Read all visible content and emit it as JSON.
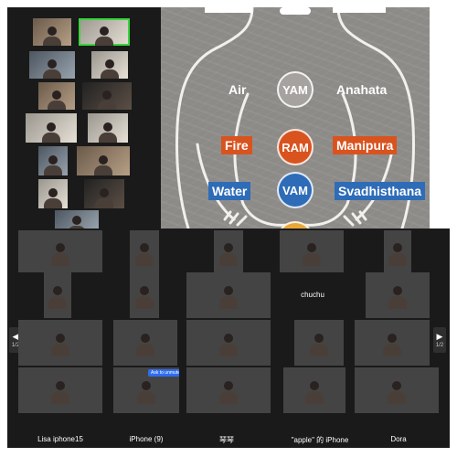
{
  "slide": {
    "chakras": [
      {
        "syllable": "YAM",
        "element": "Air",
        "name": "Anahata",
        "style": "gray"
      },
      {
        "syllable": "RAM",
        "element": "Fire",
        "name": "Manipura",
        "style": "red"
      },
      {
        "syllable": "VAM",
        "element": "Water",
        "name": "Svadhisthana",
        "style": "blue"
      }
    ]
  },
  "bottom_gallery": {
    "names": [
      "Lisa iphone15",
      "iPhone (9)",
      "琴琴",
      "\"apple\" 的 iPhone",
      "Dora"
    ],
    "tile_name": "chuchu",
    "pin_label": "Ask to unmute",
    "prev_page": "1/2",
    "next_page": "1/2"
  },
  "colors": {
    "fire": "#d9531f",
    "water": "#2e6cb8",
    "active_speaker": "#37d63b"
  }
}
